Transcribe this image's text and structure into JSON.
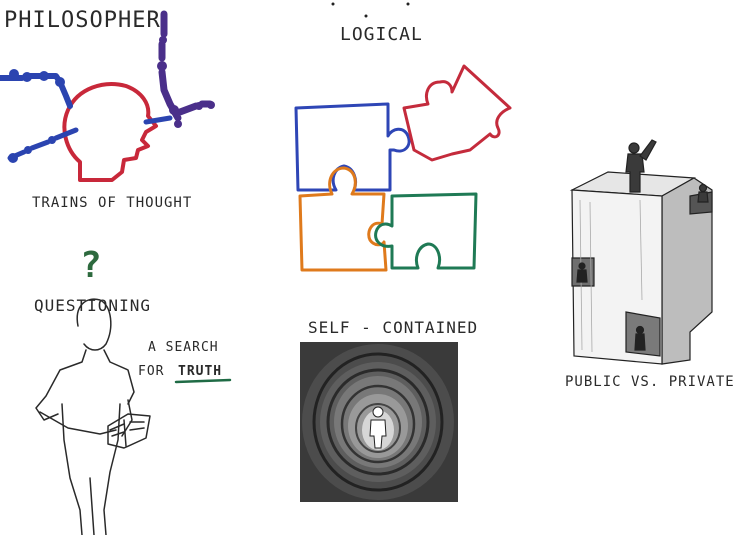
{
  "labels": {
    "philosopher": "PHILOSOPHER",
    "logical": "LOGICAL",
    "trains_of_thought": "TRAINS OF THOUGHT",
    "questioning": "QUESTIONING",
    "question_mark": "?",
    "a_search": "A SEARCH",
    "for_word": "FOR",
    "truth": "TRUTH",
    "self_contained": "SELF - CONTAINED",
    "public_vs_private": "PUBLIC VS. PRIVATE"
  },
  "colors": {
    "ink": "#2a2a2a",
    "head_outline": "#c8283a",
    "train_blue": "#2b44b0",
    "train_purple": "#4a2f8a",
    "puzzle_blue": "#2e46b6",
    "puzzle_red": "#c42b3c",
    "puzzle_orange": "#df7a1c",
    "puzzle_green": "#1f7a55",
    "truth_underline": "#1f6b45",
    "question_green": "#2d6a3e"
  },
  "icons": [
    "head-profile-icon",
    "puzzle-pieces-icon",
    "thinking-person-icon",
    "tunnel-person-icon",
    "building-people-icon"
  ]
}
